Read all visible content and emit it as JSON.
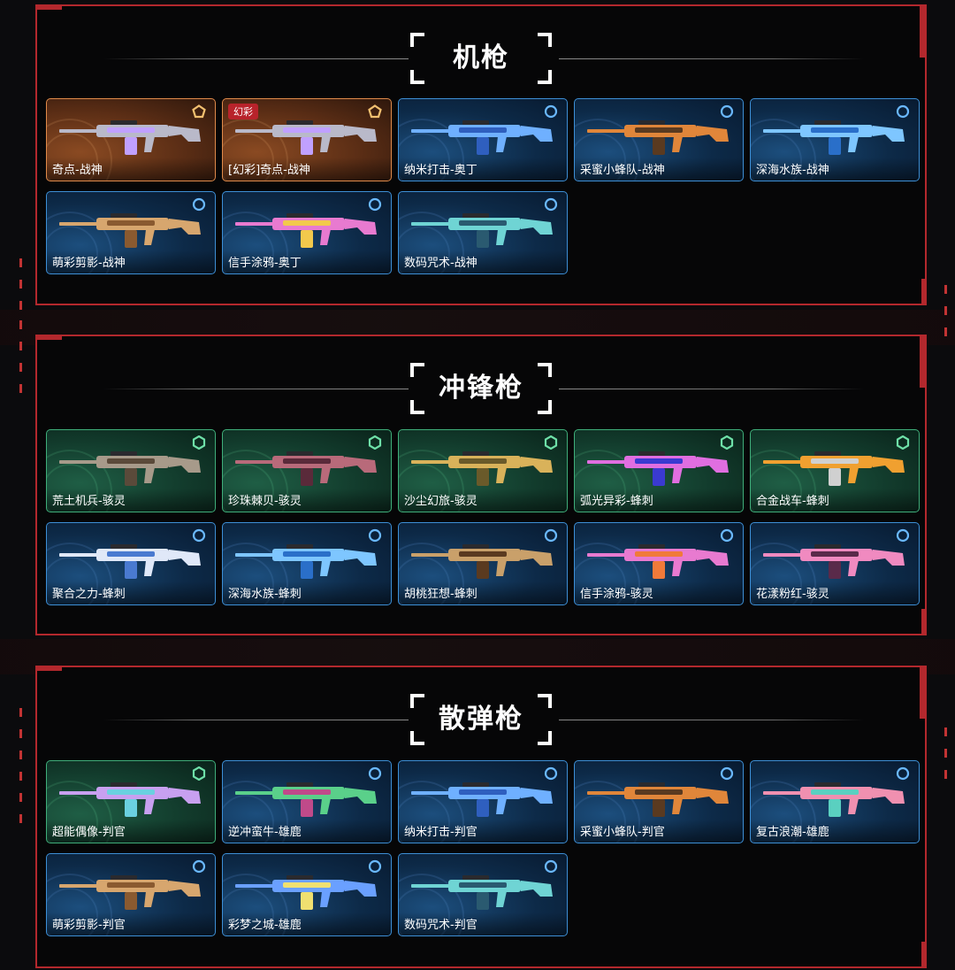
{
  "theme": {
    "border": "#b3282d",
    "tier_colors": {
      "blue": "#3d8fd6",
      "green": "#3fae7a",
      "orange": "#e08a4a"
    }
  },
  "sections": [
    {
      "title": "机枪",
      "items": [
        {
          "name": "奇点-战神",
          "tier": "orange",
          "tier_icon": "pentagon-icon",
          "gun_color": "#b9b9c9",
          "accent": "#c0a0ff"
        },
        {
          "name": "[幻彩]奇点-战神",
          "tier": "orange",
          "tier_icon": "pentagon-icon",
          "badge": "幻彩",
          "gun_color": "#b9b9c9",
          "accent": "#c0a0ff"
        },
        {
          "name": "纳米打击-奥丁",
          "tier": "blue",
          "tier_icon": "circle-icon",
          "gun_color": "#6fb0ff",
          "accent": "#2f5fbf"
        },
        {
          "name": "采蜜小蜂队-战神",
          "tier": "blue",
          "tier_icon": "circle-icon",
          "gun_color": "#e0863a",
          "accent": "#5a3a20"
        },
        {
          "name": "深海水族-战神",
          "tier": "blue",
          "tier_icon": "circle-icon",
          "gun_color": "#7ec6ff",
          "accent": "#2a6fc9"
        },
        {
          "name": "萌彩剪影-战神",
          "tier": "blue",
          "tier_icon": "circle-icon",
          "gun_color": "#d7a66e",
          "accent": "#8a5a30"
        },
        {
          "name": "信手涂鸦-奥丁",
          "tier": "blue",
          "tier_icon": "circle-icon",
          "gun_color": "#e87ad0",
          "accent": "#f2c94c"
        },
        {
          "name": "数码咒术-战神",
          "tier": "blue",
          "tier_icon": "circle-icon",
          "gun_color": "#6fd4d4",
          "accent": "#2a5a70"
        }
      ]
    },
    {
      "title": "冲锋枪",
      "items": [
        {
          "name": "荒土机兵-骇灵",
          "tier": "green",
          "tier_icon": "hexagon-icon",
          "gun_color": "#a79a8a",
          "accent": "#5a4a3a"
        },
        {
          "name": "珍珠棘贝-骇灵",
          "tier": "green",
          "tier_icon": "hexagon-icon",
          "gun_color": "#b86a7a",
          "accent": "#5a2a3a"
        },
        {
          "name": "沙尘幻旅-骇灵",
          "tier": "green",
          "tier_icon": "hexagon-icon",
          "gun_color": "#d9b25a",
          "accent": "#6a5a2a"
        },
        {
          "name": "弧光异彩-蜂刺",
          "tier": "green",
          "tier_icon": "hexagon-icon",
          "gun_color": "#e06ee0",
          "accent": "#3a3ad0"
        },
        {
          "name": "合金战车-蜂刺",
          "tier": "green",
          "tier_icon": "hexagon-icon",
          "gun_color": "#f0a030",
          "accent": "#d0d0d0"
        },
        {
          "name": "聚合之力-蜂刺",
          "tier": "blue",
          "tier_icon": "circle-icon",
          "gun_color": "#e0e8f8",
          "accent": "#4a7ad0"
        },
        {
          "name": "深海水族-蜂刺",
          "tier": "blue",
          "tier_icon": "circle-icon",
          "gun_color": "#7ec6ff",
          "accent": "#2a6fc9"
        },
        {
          "name": "胡桃狂想-蜂刺",
          "tier": "blue",
          "tier_icon": "circle-icon",
          "gun_color": "#c9a06a",
          "accent": "#5a3a20"
        },
        {
          "name": "信手涂鸦-骇灵",
          "tier": "blue",
          "tier_icon": "circle-icon",
          "gun_color": "#e87ad0",
          "accent": "#f07a3a"
        },
        {
          "name": "花漾粉红-骇灵",
          "tier": "blue",
          "tier_icon": "circle-icon",
          "gun_color": "#f08ac0",
          "accent": "#5a2a4a"
        }
      ]
    },
    {
      "title": "散弹枪",
      "items": [
        {
          "name": "超能偶像-判官",
          "tier": "green",
          "tier_icon": "hexagon-icon",
          "gun_color": "#c8a0f0",
          "accent": "#6ad0e0"
        },
        {
          "name": "逆冲蛮牛-雄鹿",
          "tier": "blue",
          "tier_icon": "circle-icon",
          "gun_color": "#5ad08a",
          "accent": "#c04a8a"
        },
        {
          "name": "纳米打击-判官",
          "tier": "blue",
          "tier_icon": "circle-icon",
          "gun_color": "#6fb0ff",
          "accent": "#2f5fbf"
        },
        {
          "name": "采蜜小蜂队-判官",
          "tier": "blue",
          "tier_icon": "circle-icon",
          "gun_color": "#e0863a",
          "accent": "#5a3a20"
        },
        {
          "name": "复古浪潮-雄鹿",
          "tier": "blue",
          "tier_icon": "circle-icon",
          "gun_color": "#f090b0",
          "accent": "#5ad0c0"
        },
        {
          "name": "萌彩剪影-判官",
          "tier": "blue",
          "tier_icon": "circle-icon",
          "gun_color": "#d7a66e",
          "accent": "#8a5a30"
        },
        {
          "name": "彩梦之城-雄鹿",
          "tier": "blue",
          "tier_icon": "circle-icon",
          "gun_color": "#6aa0ff",
          "accent": "#f0e070"
        },
        {
          "name": "数码咒术-判官",
          "tier": "blue",
          "tier_icon": "circle-icon",
          "gun_color": "#6fd4d4",
          "accent": "#2a5a70"
        }
      ]
    }
  ]
}
